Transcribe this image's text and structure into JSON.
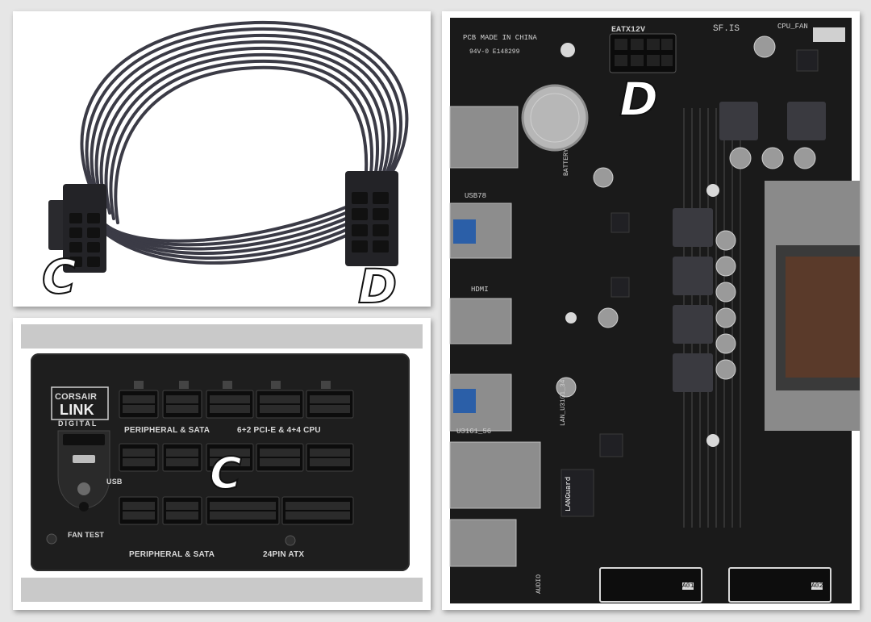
{
  "annotations": {
    "cable_left": "C",
    "cable_right": "D",
    "psu": "C",
    "mobo": "D"
  },
  "psu": {
    "brand_line1": "CORSAIR",
    "brand_line2": "LINK",
    "brand_line3": "DIGITAL",
    "label_peripheral_top": "PERIPHERAL & SATA",
    "label_pcie_cpu": "6+2 PCI-E & 4+4 CPU",
    "label_usb": "USB",
    "label_fan_test": "FAN TEST",
    "label_peripheral_bottom": "PERIPHERAL & SATA",
    "label_24pin": "24PIN ATX"
  },
  "mobo": {
    "pcb_made": "PCB MADE IN CHINA",
    "cert": "94V-0  E148299",
    "eatx": "EATX12V",
    "sfis": "SF.IS",
    "cpu_fan": "CPU_FAN",
    "battery": "BATTERY",
    "usb78": "USB78",
    "hdmi": "HDMI",
    "u31g1_56": "U31G1_56",
    "lan_u31": "LAN_U31G1_34",
    "languard": "LANGuard",
    "audio": "AUDIO",
    "a01": "A01",
    "a02": "A02"
  },
  "colors": {
    "panel_bg": "#ffffff",
    "page_bg": "#e6e6e6",
    "cable": "#3a3a44",
    "psu_body": "#1e1e1e",
    "pcb": "#1a1a1a"
  }
}
